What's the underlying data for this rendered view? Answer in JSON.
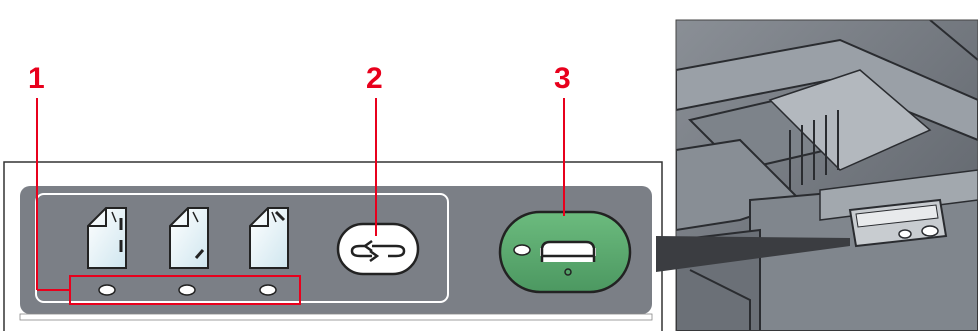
{
  "callouts": [
    {
      "number": "1",
      "target": "staple-mode-indicators"
    },
    {
      "number": "2",
      "target": "mode-select-key"
    },
    {
      "number": "3",
      "target": "staple-button"
    }
  ],
  "staple_modes": [
    {
      "icon": "staple-left-icon"
    },
    {
      "icon": "staple-corner-bottom-icon"
    },
    {
      "icon": "staple-corner-top-icon"
    }
  ],
  "mode_key": {
    "icon": "cycle-arrows-icon"
  },
  "staple_key": {
    "icon": "staple-icon"
  },
  "colors": {
    "callout_red": "#e8001c",
    "panel_gray": "#7b7f86",
    "key_green": "#5aa86f",
    "machine_gray": "#6f747b"
  }
}
